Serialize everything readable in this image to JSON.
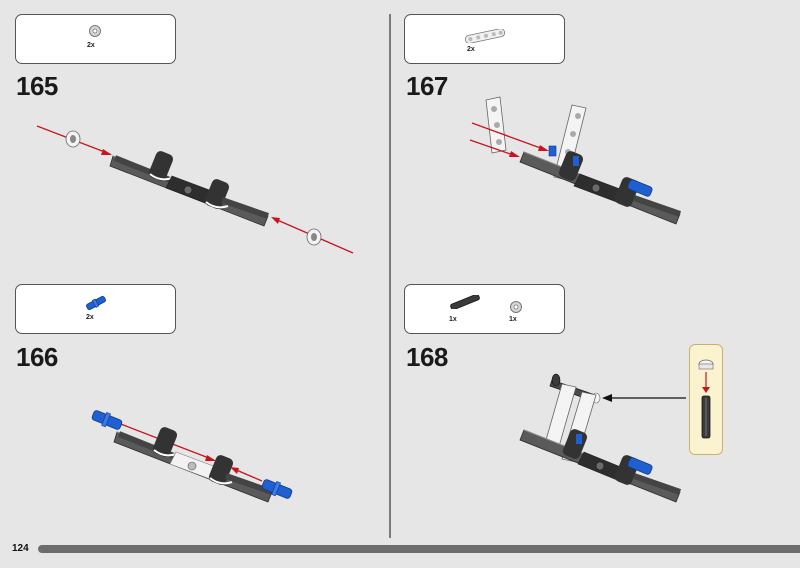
{
  "page": {
    "page_number": "124",
    "accent_arrow_color": "#c8141e",
    "pin_blue": "#1f5fcf",
    "part_dark": "#3a3a3a",
    "part_light": "#f4f4f4",
    "callout_highlight": "#fbf2cf"
  },
  "steps": [
    {
      "number": "165",
      "parts": [
        {
          "icon": "bush-icon",
          "qty": "2x"
        }
      ]
    },
    {
      "number": "166",
      "parts": [
        {
          "icon": "blue-pin-icon",
          "qty": "2x"
        }
      ]
    },
    {
      "number": "167",
      "parts": [
        {
          "icon": "liftarm-icon",
          "qty": "2x"
        }
      ]
    },
    {
      "number": "168",
      "parts": [
        {
          "icon": "axle-icon",
          "qty": "1x"
        },
        {
          "icon": "bush-icon",
          "qty": "1x"
        }
      ]
    }
  ]
}
